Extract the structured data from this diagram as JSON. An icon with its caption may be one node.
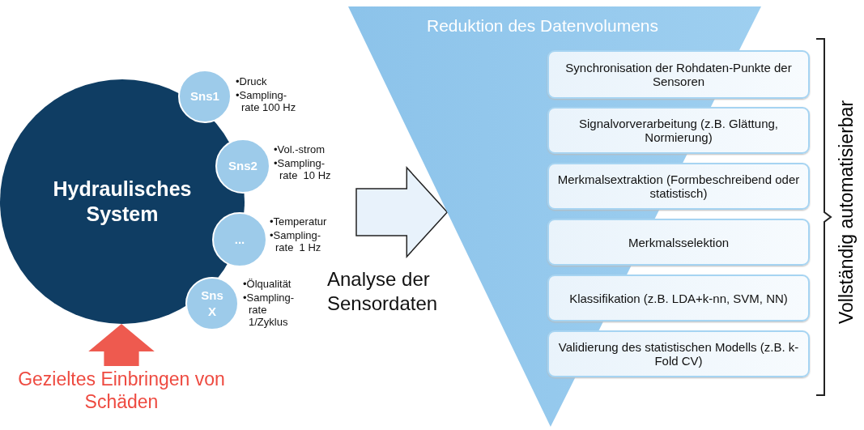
{
  "diagram": {
    "nodes": [
      {
        "text": [
          "Hydraulisches System"
        ]
      },
      {
        "text": [
          "Sns1"
        ],
        "beside": [
          "•Druck",
          "•Sampling- rate 100 Hz"
        ]
      },
      {
        "text": [
          "Sns2"
        ],
        "beside": [
          "•Vol.-strom",
          "•Sampling- rate  10 Hz"
        ]
      },
      {
        "text": [
          "..."
        ],
        "beside": [
          "•Temperatur",
          "•Sampling- rate  1 Hz"
        ]
      },
      {
        "text": [
          "Sns X"
        ],
        "beside": [
          "•Ölqualität",
          "•Sampling- rate 1/Zyklus"
        ]
      },
      {
        "text": [
          "Gezieltes Einbringen von Schäden"
        ]
      },
      {
        "text": [
          "Reduktion des Datenvolumens"
        ]
      },
      {
        "text": [
          "Synchronisation der Rohdaten-Punkte der Sensoren"
        ]
      },
      {
        "text": [
          "Signalvorverarbeitung (z.B. Glättung, Normierung)"
        ]
      },
      {
        "text": [
          "Merkmalsextraktion (Formbeschreibend oder statistisch)"
        ]
      },
      {
        "text": [
          "Merkmalsselektion"
        ]
      },
      {
        "text": [
          "Klassifikation (z.B. LDA+k-nn, SVM, NN)"
        ]
      },
      {
        "text": [
          "Validierung des statistischen Modells (z.B. k-Fold CV)"
        ]
      }
    ],
    "edges": [
      {
        "from": 5,
        "to": 0,
        "arrow": "to",
        "style": "thick",
        "color": "#ee5a4f"
      },
      {
        "from": null,
        "to": 6,
        "arrow": "to",
        "label": "Analyse der Sensordaten"
      }
    ],
    "labels": [
      "Vollständig automatisierbar"
    ]
  }
}
